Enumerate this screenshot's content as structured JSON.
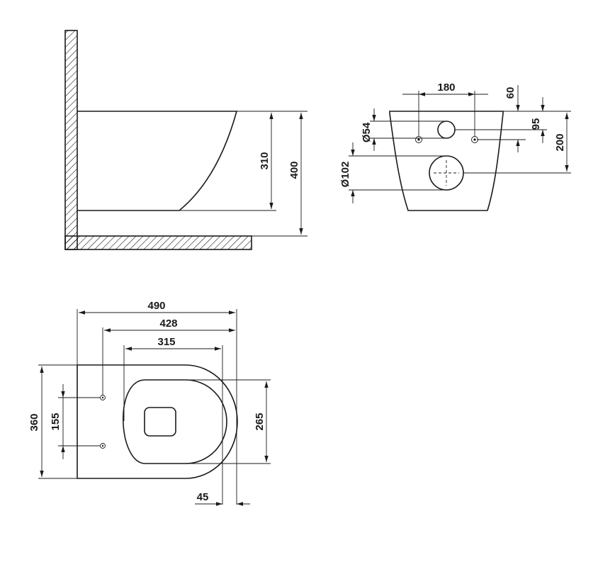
{
  "side_view": {
    "height_bowl": "310",
    "height_total": "400"
  },
  "rear_view": {
    "spacing": "180",
    "top_offset": "60",
    "hole_small_dia": "Ø54",
    "center_small": "95",
    "center_large": "200",
    "hole_large_dia": "Ø102"
  },
  "top_view": {
    "length_total": "490",
    "length_bolts": "428",
    "length_seat": "315",
    "width_total": "360",
    "width_bolts": "155",
    "width_seat": "265",
    "overhang": "45"
  },
  "colors": {
    "line": "#1a1a1a",
    "background": "#ffffff"
  }
}
